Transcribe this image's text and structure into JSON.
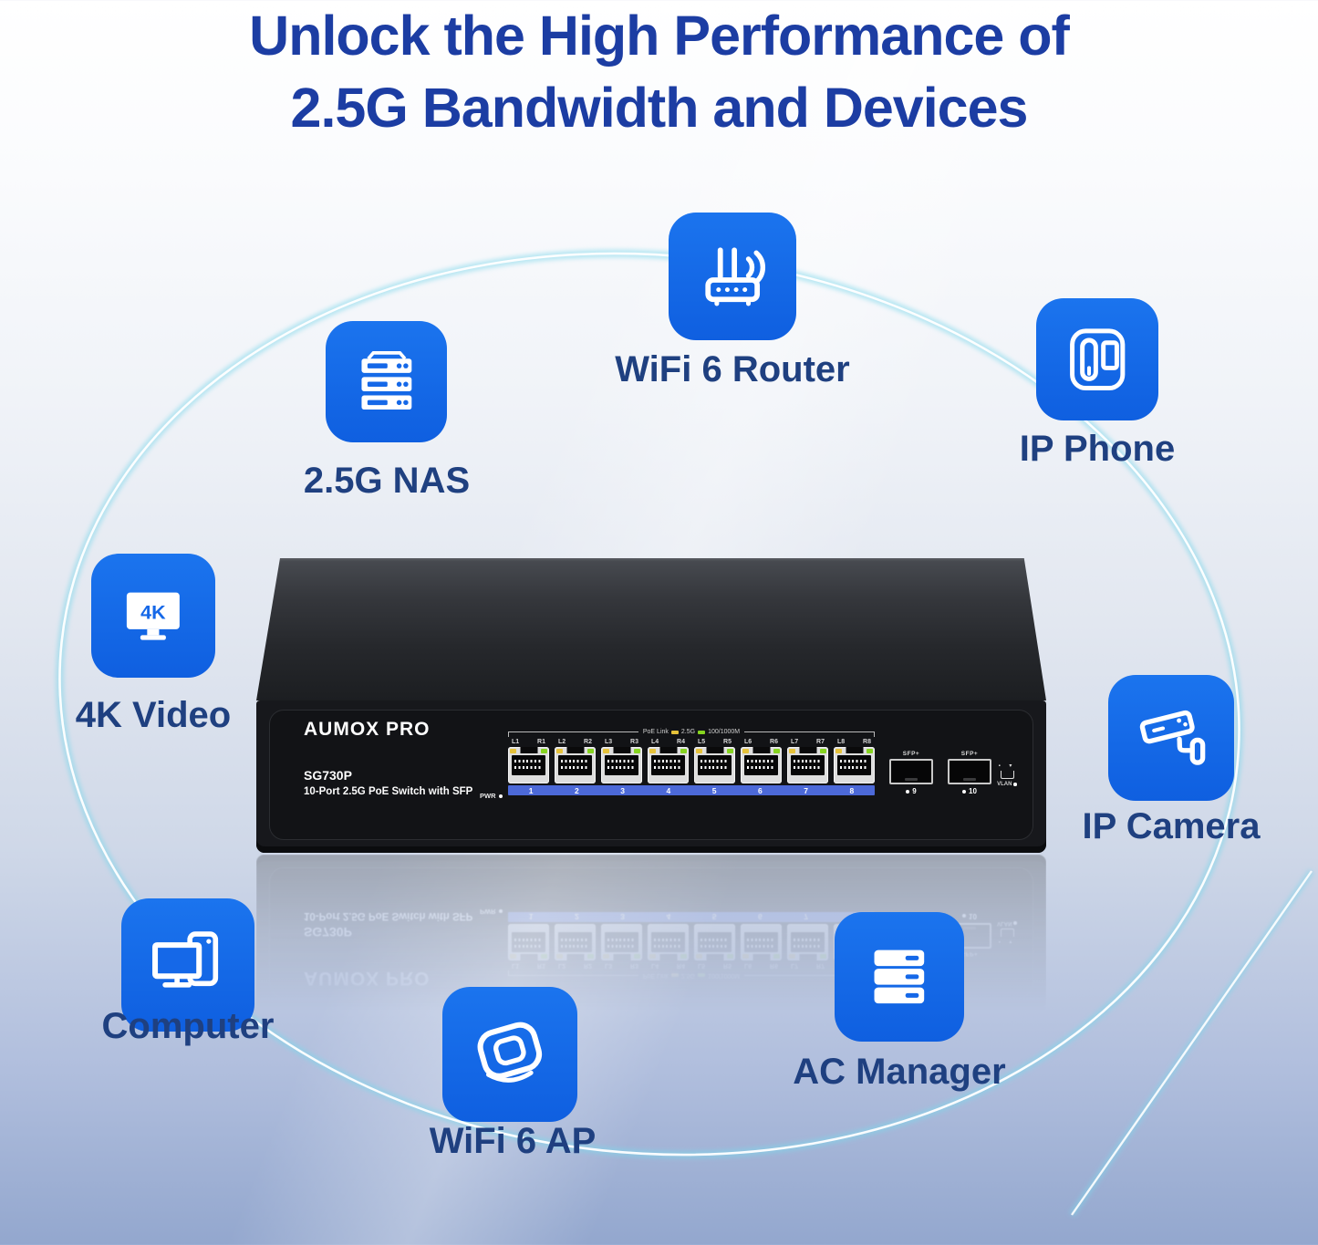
{
  "title": {
    "line1": "Unlock the High Performance of",
    "line2": "2.5G Bandwidth and Devices"
  },
  "devices": [
    {
      "id": "wifi6-router",
      "label": "WiFi 6 Router",
      "icon": "router-icon"
    },
    {
      "id": "ip-phone",
      "label": "IP Phone",
      "icon": "ip-phone-icon"
    },
    {
      "id": "nas",
      "label": "2.5G NAS",
      "icon": "nas-server-icon"
    },
    {
      "id": "4k-video",
      "label": "4K Video",
      "icon": "4k-monitor-icon",
      "badge": "4K"
    },
    {
      "id": "ip-camera",
      "label": "IP Camera",
      "icon": "cctv-camera-icon"
    },
    {
      "id": "ac-manager",
      "label": "AC Manager",
      "icon": "controller-server-icon"
    },
    {
      "id": "wifi6-ap",
      "label": "WiFi 6 AP",
      "icon": "access-point-icon"
    },
    {
      "id": "computer",
      "label": "Computer",
      "icon": "desktop-computer-icon"
    }
  ],
  "switch": {
    "brand": "AUMOX PRO",
    "model": "SG730P",
    "description": "10-Port 2.5G PoE Switch with SFP",
    "pwr_label": "PWR",
    "legend": {
      "poe_link": "PoE Link",
      "speed_2_5g": "2.5G",
      "speed_100_1000": "100/1000M"
    },
    "ports": [
      {
        "number": "1",
        "left": "L1",
        "right": "R1"
      },
      {
        "number": "2",
        "left": "L2",
        "right": "R2"
      },
      {
        "number": "3",
        "left": "L3",
        "right": "R3"
      },
      {
        "number": "4",
        "left": "L4",
        "right": "R4"
      },
      {
        "number": "5",
        "left": "L5",
        "right": "R5"
      },
      {
        "number": "6",
        "left": "L6",
        "right": "R6"
      },
      {
        "number": "7",
        "left": "L7",
        "right": "R7"
      },
      {
        "number": "8",
        "left": "L8",
        "right": "R8"
      }
    ],
    "sfp_ports": [
      {
        "label": "SFP+",
        "number": "9"
      },
      {
        "label": "SFP+",
        "number": "10"
      }
    ],
    "vlan_label": "VLAN"
  },
  "colors": {
    "icon_blue": "#1568e8",
    "title_blue": "#1c3da3",
    "label_navy": "#1f4080",
    "port_bar_blue": "#4c69d8",
    "led_yellow": "#e6c23a",
    "led_green": "#86d41f"
  }
}
